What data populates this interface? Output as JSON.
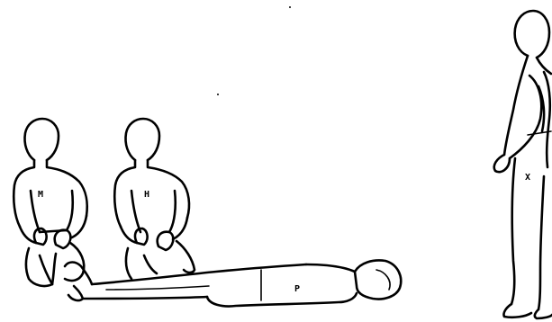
{
  "labels": {
    "kneeling_left": "M",
    "kneeling_right": "H",
    "lying": "P",
    "standing": "X"
  }
}
